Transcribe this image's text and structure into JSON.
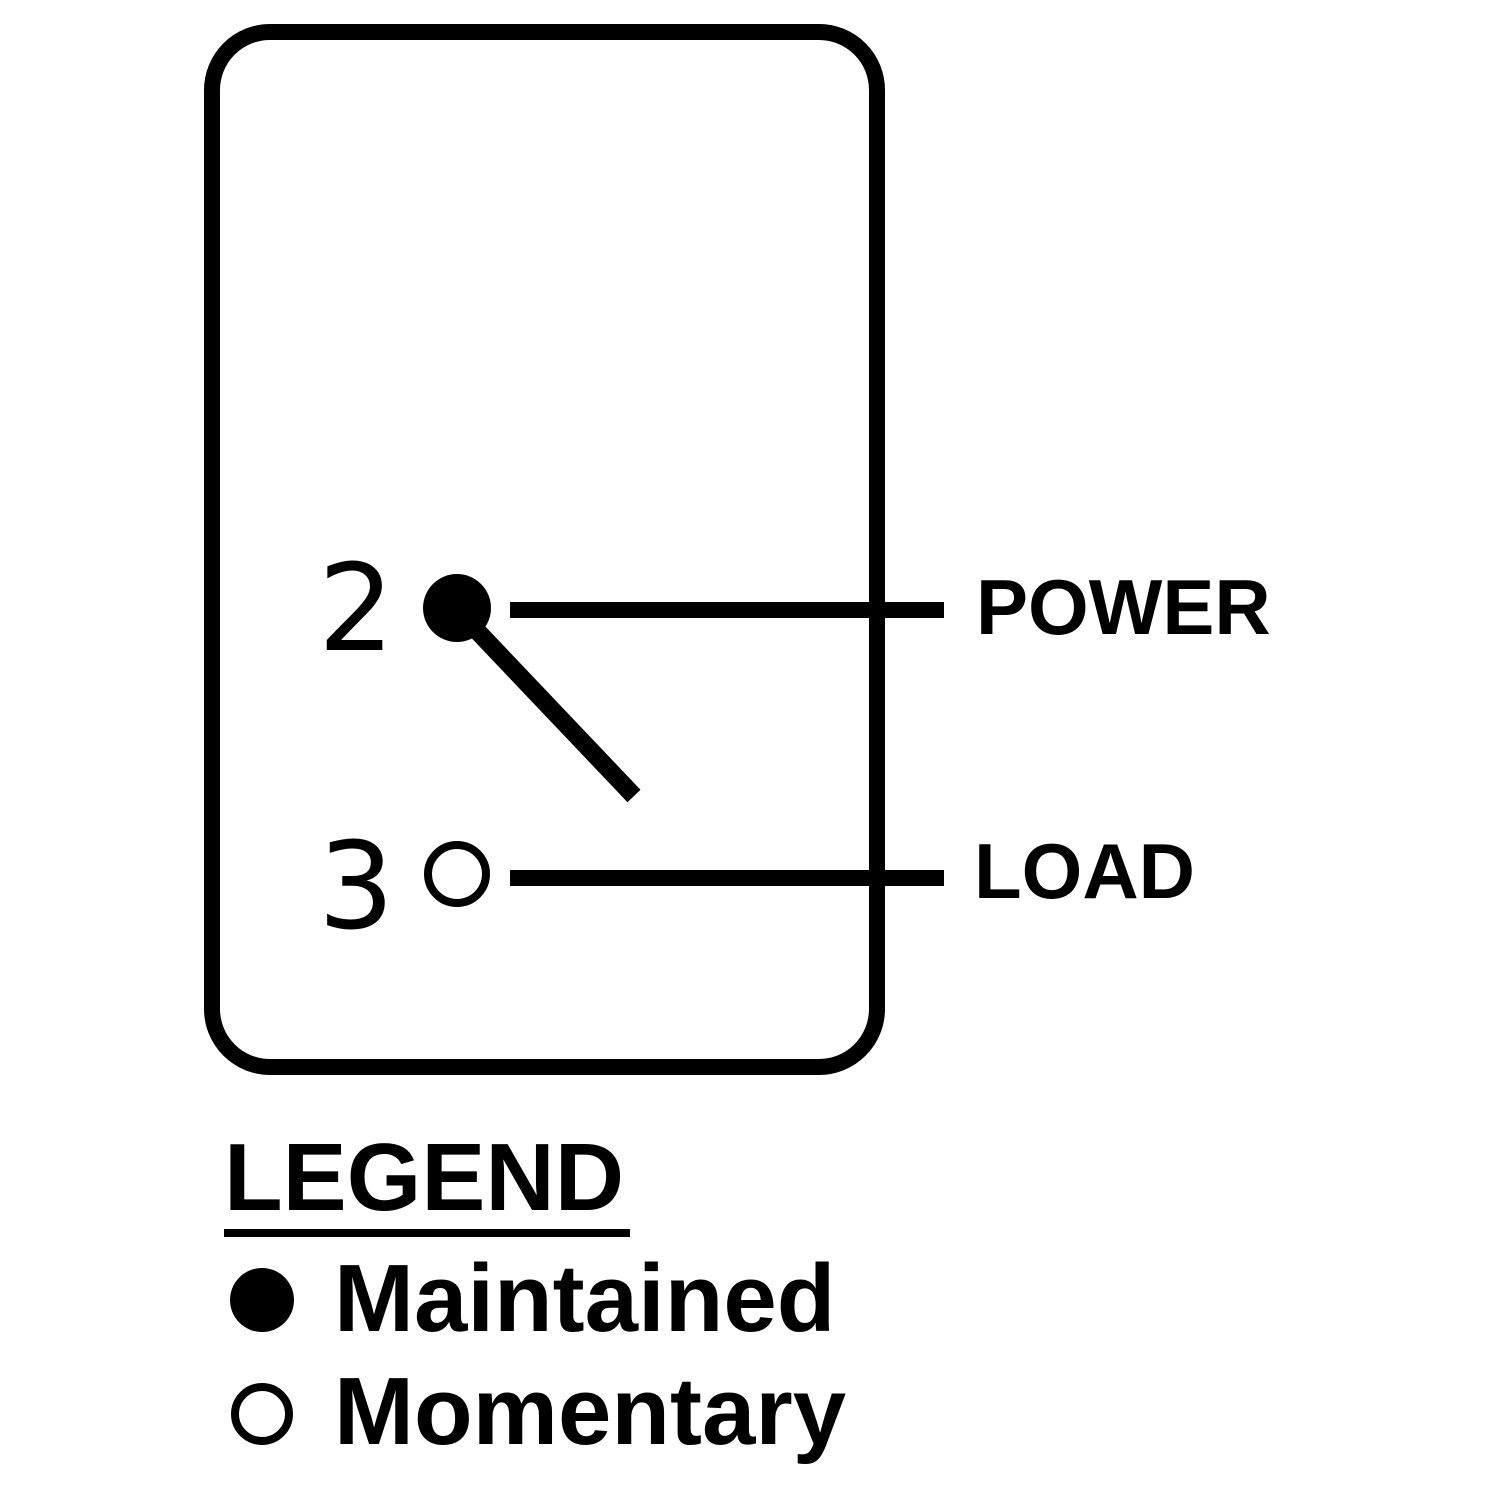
{
  "colors": {
    "ink": "#000000",
    "background": "#ffffff"
  },
  "switch": {
    "pins": [
      {
        "number": "2",
        "wire_label": "POWER",
        "contact": "maintained"
      },
      {
        "number": "3",
        "wire_label": "LOAD",
        "contact": "momentary"
      }
    ]
  },
  "legend": {
    "title": "LEGEND",
    "items": [
      {
        "symbol": "filled-dot-icon",
        "label": "Maintained"
      },
      {
        "symbol": "open-circle-icon",
        "label": "Momentary"
      }
    ]
  }
}
